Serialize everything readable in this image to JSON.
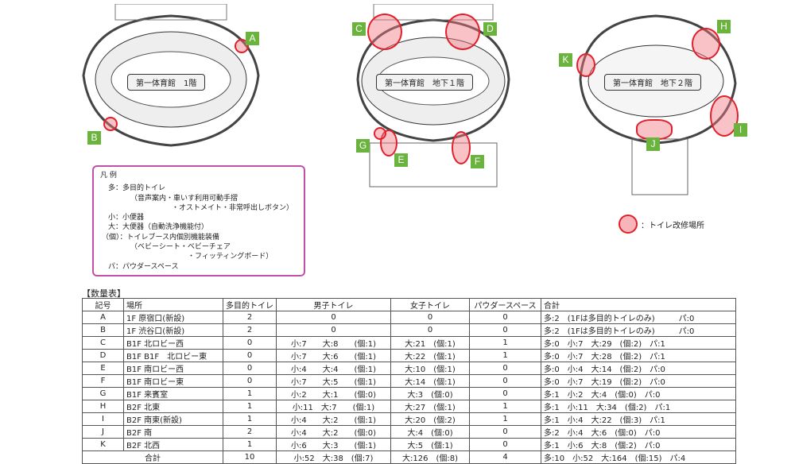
{
  "plans": [
    {
      "title": "第一体育館　1階",
      "tags": [
        "A",
        "B"
      ]
    },
    {
      "title": "第一体育館　地下１階",
      "tags": [
        "C",
        "D",
        "E",
        "F",
        "G"
      ]
    },
    {
      "title": "第一体育館　地下２階",
      "tags": [
        "H",
        "I",
        "J",
        "K"
      ]
    }
  ],
  "legend": {
    "title": "凡 例",
    "lines": [
      "多：多目的トイレ",
      "（音声案内・車いす利用可動手摺",
      "・オストメイト・非常呼出しボタン）",
      "小：小便器",
      "大：大便器（自動洗浄機能付）",
      "（個）：トイレブース内個別機能装備",
      "（ベビーシート・ベビーチェア",
      "・フィッティングボード）",
      "パ：パウダースペース"
    ]
  },
  "key_label": "：トイレ改修場所",
  "colors": {
    "tag": "#6ab43e",
    "spot": "#e0202a",
    "legend_border": "#c050a8"
  },
  "table": {
    "title": "【数量表】",
    "headers": [
      "記号",
      "場所",
      "多目的トイレ",
      "男子トイレ",
      "女子トイレ",
      "パウダースペース",
      "合計"
    ],
    "rows": [
      [
        "A",
        "1F 原宿口(新設)",
        "2",
        "0",
        "0",
        "0",
        "多:2　(1Fは多目的トイレのみ)　　　パ:0"
      ],
      [
        "B",
        "1F 渋谷口(新設)",
        "2",
        "0",
        "0",
        "0",
        "多:2　(1Fは多目的トイレのみ)　　　パ:0"
      ],
      [
        "C",
        "B1F 北ロビー西",
        "0",
        "小:7　　大:8　　(個:1)",
        "大:21　(個:1)",
        "1",
        "多:0　小:7　大:29　(個:2)　パ:1"
      ],
      [
        "D",
        "B1F B1F　北ロビー東",
        "0",
        "小:7　　大:6　　(個:1)",
        "大:22　(個:1)",
        "1",
        "多:0　小:7　大:28　(個:2)　パ:1"
      ],
      [
        "E",
        "B1F 南ロビー西",
        "0",
        "小:4　　大:4　　(個:1)",
        "大:10　(個:1)",
        "0",
        "多:0　小:4　大:14　(個:2)　パ:0"
      ],
      [
        "F",
        "B1F 南ロビー東",
        "0",
        "小:7　　大:5　　(個:1)",
        "大:14　(個:1)",
        "0",
        "多:0　小:7　大:19　(個:2)　パ:0"
      ],
      [
        "G",
        "B1F 来賓室",
        "1",
        "小:2　　大:1　　(個:0)",
        "大:3　(個:0)",
        "0",
        "多:1　小:2　大:4　(個:0)　パ:0"
      ],
      [
        "H",
        "B2F 北東",
        "1",
        "小:11　大:7　　(個:1)",
        "大:27　(個:1)",
        "1",
        "多:1　小:11　大:34　(個:2)　パ:1"
      ],
      [
        "I",
        "B2F 南東(新設)",
        "1",
        "小:4　　大:2　　(個:1)",
        "大:20　(個:2)",
        "1",
        "多:1　小:4　大:22　(個:3)　パ:1"
      ],
      [
        "J",
        "B2F 南",
        "2",
        "小:4　　大:2　　(個:0)",
        "大:4　(個:0)",
        "0",
        "多:2　小:4　大:6　(個:0)　パ:0"
      ],
      [
        "K",
        "B2F 北西",
        "1",
        "小:6　　大:3　　(個:1)",
        "大:5　(個:1)",
        "0",
        "多:1　小:6　大:8　(個:2)　パ:0"
      ]
    ],
    "total": [
      "合計",
      "10",
      "小:52　大:38　(個:7)",
      "大:126　(個:8)",
      "4",
      "多:10　小:52　大:164　(個:15)　パ:4"
    ]
  }
}
